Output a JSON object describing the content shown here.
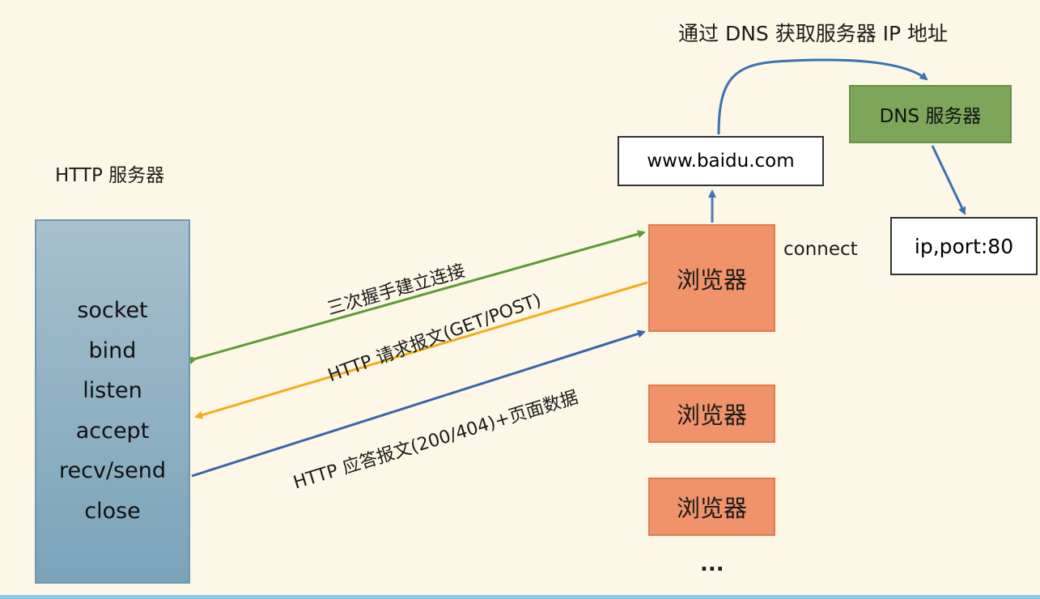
{
  "server": {
    "title": "HTTP 服务器",
    "steps": [
      "socket",
      "bind",
      "listen",
      "accept",
      "recv/send",
      "close"
    ]
  },
  "browsers": [
    "浏览器",
    "浏览器",
    "浏览器"
  ],
  "ellipsis": "...",
  "url": "www.baidu.com",
  "dns": {
    "caption": "通过 DNS 获取服务器 IP 地址",
    "server_label": "DNS 服务器"
  },
  "ip_port": "ip,port:80",
  "connect": "connect",
  "arrows": {
    "handshake": "三次握手建立连接",
    "request": "HTTP 请求报文(GET/POST)",
    "response": "HTTP 应答报文(200/404)+页面数据"
  },
  "colors": {
    "background": "#fcf7e7",
    "server_box": "#7aa3ba",
    "browser_box": "#f0936a",
    "dns_box": "#7ea65a",
    "handshake_arrow": "#5e9a36",
    "request_arrow": "#f2ad1c",
    "response_arrow": "#3a64a8",
    "dns_arrow": "#3b73b0"
  }
}
